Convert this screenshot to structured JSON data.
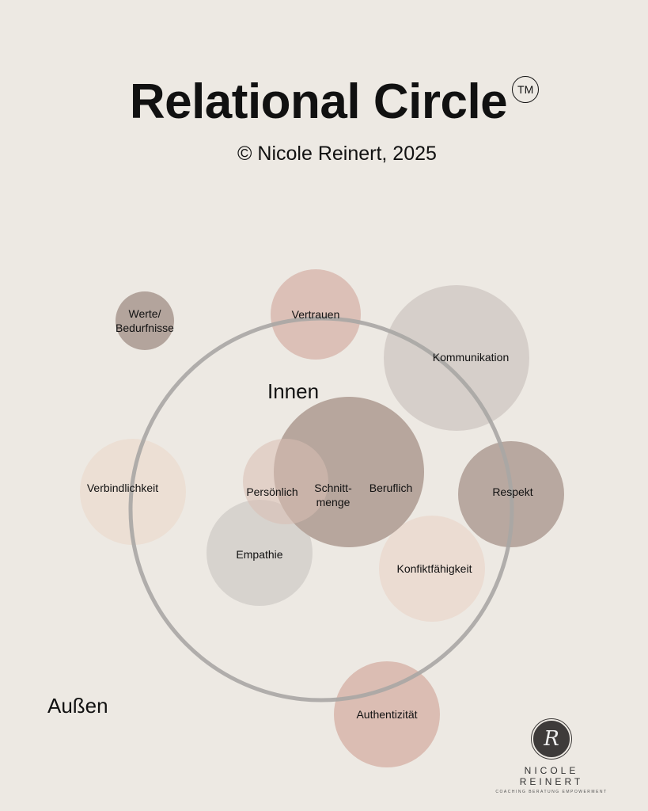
{
  "header": {
    "title": "Relational Circle",
    "trademark": "TM",
    "subtitle": "© Nicole Reinert, 2025"
  },
  "diagram": {
    "inner_label": "Innen",
    "outer_label": "Außen",
    "circles": [
      {
        "label": "Werte/",
        "label2": "Bedurfnisse",
        "color": "#b3a49c"
      },
      {
        "label": "Vertrauen",
        "color": "#dcc0b7"
      },
      {
        "label": "Kommunikation",
        "color": "#d6cfca"
      },
      {
        "label": "Verbindlichkeit",
        "color": "#ecdfd4"
      },
      {
        "label": "Beruflich",
        "color": "#b7a69d"
      },
      {
        "label": "Persönlich",
        "color": "#d8beb3"
      },
      {
        "label": "Schnitt-",
        "label2": "menge"
      },
      {
        "label": "Empathie",
        "color": "#d5d0cc"
      },
      {
        "label": "Konfiktfähigkeit",
        "color": "#ebdcd2"
      },
      {
        "label": "Respekt",
        "color": "#b8a8a0"
      },
      {
        "label": "Authentizität",
        "color": "#dbbdb3"
      }
    ]
  },
  "logo": {
    "initial": "R",
    "name": "NICOLE REINERT",
    "tagline": "COACHING BERATUNG EMPOWERMENT"
  }
}
